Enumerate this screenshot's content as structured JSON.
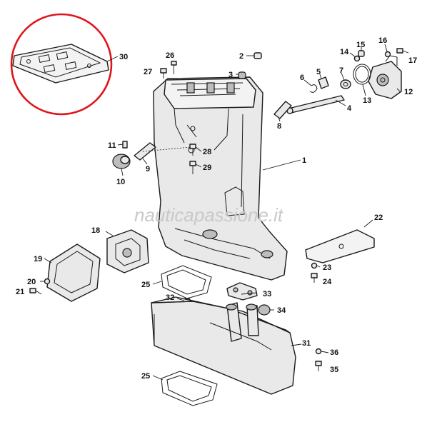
{
  "watermark": "nauticapassione.it",
  "highlight_color": "#e0141b",
  "callouts": {
    "c1": "1",
    "c2": "2",
    "c3": "3",
    "c4": "4",
    "c5": "5",
    "c6": "6",
    "c7": "7",
    "c8": "8",
    "c9": "9",
    "c10": "10",
    "c11": "11",
    "c12": "12",
    "c13": "13",
    "c14": "14",
    "c15": "15",
    "c16": "16",
    "c17": "17",
    "c18": "18",
    "c19": "19",
    "c20": "20",
    "c21": "21",
    "c22": "22",
    "c23": "23",
    "c24": "24",
    "c25a": "25",
    "c25b": "25",
    "c26": "26",
    "c27": "27",
    "c28": "28",
    "c29": "29",
    "c30": "30",
    "c31": "31",
    "c32": "32",
    "c33": "33",
    "c34": "34",
    "c35": "35",
    "c36": "36"
  }
}
